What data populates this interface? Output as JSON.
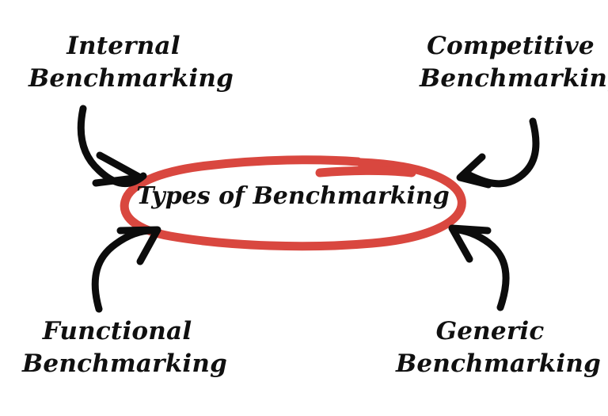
{
  "diagram": {
    "title": "Types of Benchmarking",
    "background_color": "#ffffff",
    "accent_color": "#d9473f",
    "ink_color": "#101010",
    "center": {
      "text": "Types of Benchmarking",
      "shape": "hand-drawn-ellipse",
      "shape_color": "#d9473f"
    },
    "nodes": [
      {
        "id": "internal",
        "line1": "Internal",
        "line2": "Benchmarking",
        "position": "top-left",
        "arrow": "curved-arrow-down-right"
      },
      {
        "id": "competitive",
        "line1": "Competitive",
        "line2": "Benchmarking",
        "position": "top-right",
        "arrow": "curved-arrow-down-left"
      },
      {
        "id": "functional",
        "line1": "Functional",
        "line2": "Benchmarking",
        "position": "bottom-left",
        "arrow": "curved-arrow-up-right"
      },
      {
        "id": "generic",
        "line1": "Generic",
        "line2": "Benchmarking",
        "position": "bottom-right",
        "arrow": "curved-arrow-up-left"
      }
    ]
  }
}
